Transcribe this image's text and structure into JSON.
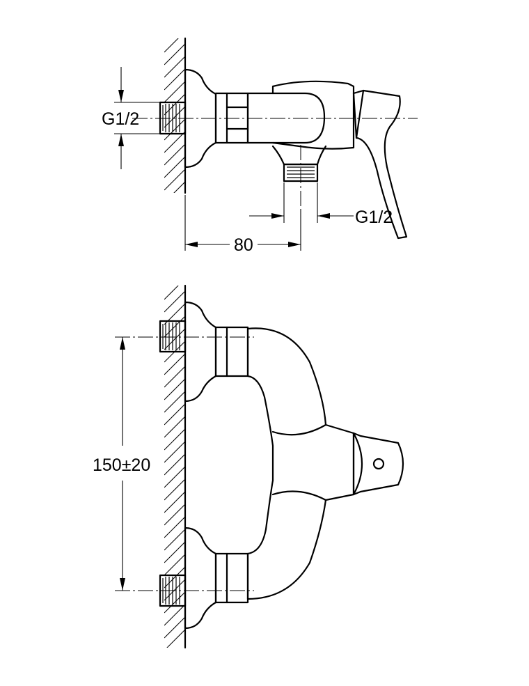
{
  "drawing": {
    "side_view": {
      "inlet_thread_label": "G1/2",
      "outlet_thread_label": "G1/2",
      "projection_label": "80"
    },
    "front_view": {
      "inlet_spacing_label": "150±20"
    }
  }
}
